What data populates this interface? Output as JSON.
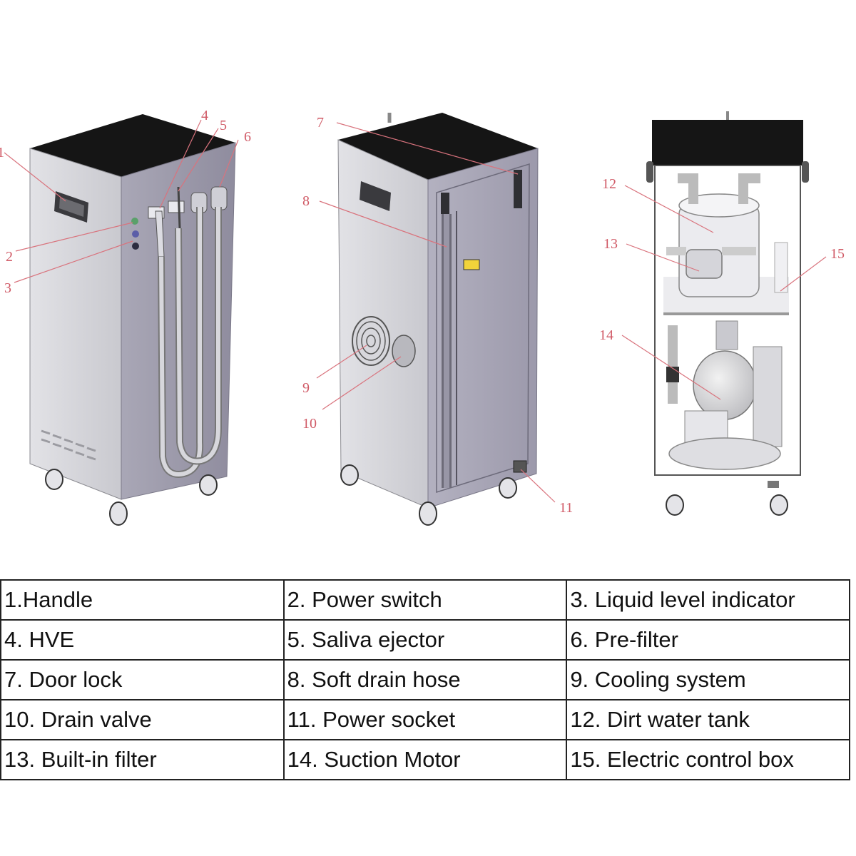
{
  "callouts": [
    "1",
    "2",
    "3",
    "4",
    "5",
    "6",
    "7",
    "8",
    "9",
    "10",
    "11",
    "12",
    "13",
    "14",
    "15"
  ],
  "legend_rows": [
    [
      "1.Handle",
      "2. Power switch",
      "3. Liquid level indicator"
    ],
    [
      "4. HVE",
      "5. Saliva ejector",
      "6. Pre-filter"
    ],
    [
      "7. Door lock",
      "8. Soft drain hose",
      "9. Cooling system"
    ],
    [
      "10. Drain valve",
      "11. Power socket",
      "12. Dirt water tank"
    ],
    [
      "13. Built-in filter",
      "14. Suction Motor",
      "15. Electric control box"
    ]
  ]
}
